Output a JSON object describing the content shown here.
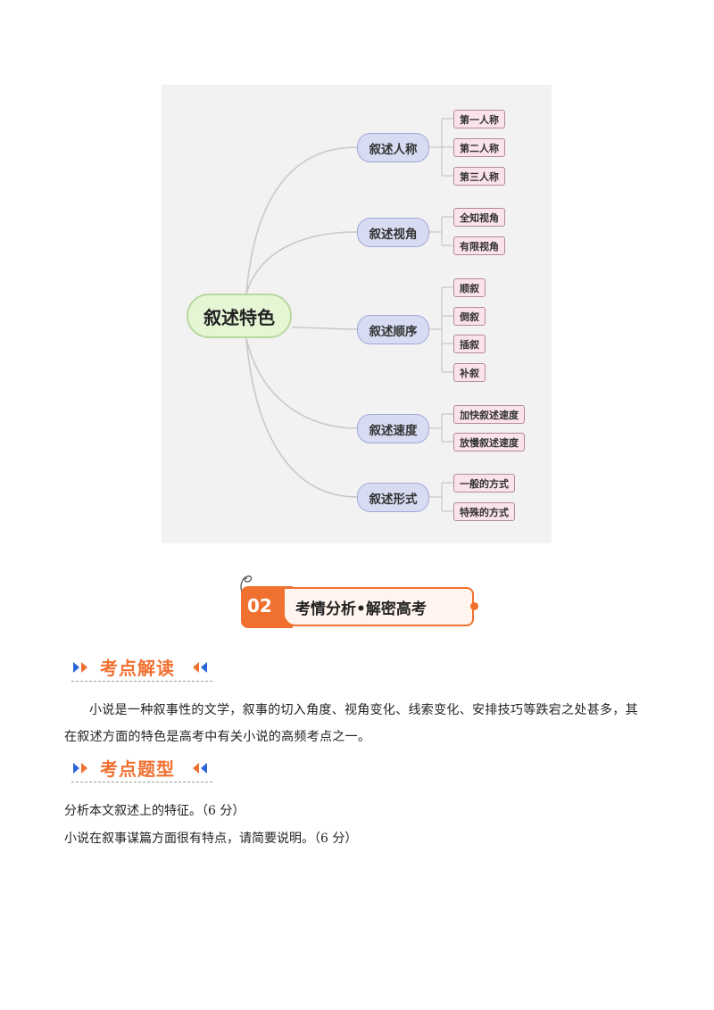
{
  "mindmap": {
    "root": "叙述特色",
    "branches": [
      {
        "label": "叙述人称",
        "leaves": [
          "第一人称",
          "第二人称",
          "第三人称"
        ]
      },
      {
        "label": "叙述视角",
        "leaves": [
          "全知视角",
          "有限视角"
        ]
      },
      {
        "label": "叙述顺序",
        "leaves": [
          "顺叙",
          "倒叙",
          "插叙",
          "补叙"
        ]
      },
      {
        "label": "叙述速度",
        "leaves": [
          "加快叙述速度",
          "放慢叙述速度"
        ]
      },
      {
        "label": "叙述形式",
        "leaves": [
          "一般的方式",
          "特殊的方式"
        ]
      }
    ]
  },
  "banner": {
    "number": "02",
    "title": "考情分析•解密高考"
  },
  "section1": {
    "heading": "考点解读",
    "body": "小说是一种叙事性的文学，叙事的切入角度、视角变化、线索变化、安排技巧等跌宕之处甚多，其在叙述方面的特色是高考中有关小说的高频考点之一。"
  },
  "section2": {
    "heading": "考点题型",
    "questions": [
      "分析本文叙述上的特征。（6 分）",
      "小说在叙事谋篇方面很有特点，请简要说明。（6 分）"
    ]
  },
  "colors": {
    "accent": "#f07030",
    "arrow": "#2b66d9"
  }
}
